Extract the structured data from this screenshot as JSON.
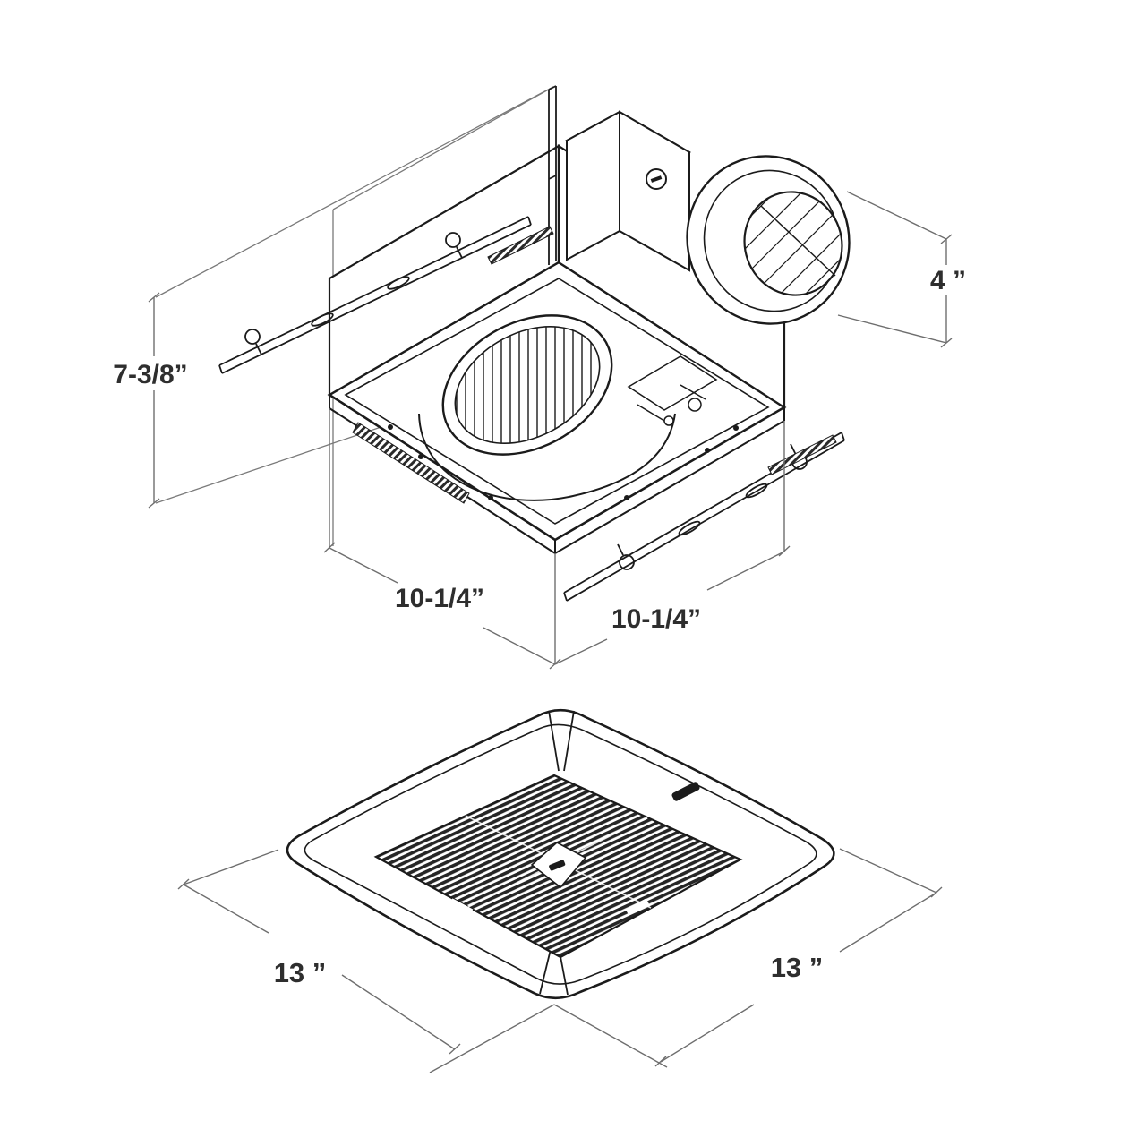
{
  "drawing": {
    "title": "exhaust-fan-dimensional-drawing",
    "views": {
      "isometric_housing": {
        "dim_height": "7-3/8”",
        "dim_duct": "4 ”",
        "dim_depth": "10-1/4”",
        "dim_width": "10-1/4”"
      },
      "grille_bottom": {
        "dim_left": "13 ”",
        "dim_right": "13 ”"
      }
    },
    "colors": {
      "line": "#1b1b1b",
      "dim_line": "#6e6e6e",
      "label": "#2e2e2e",
      "background": "#ffffff",
      "grille_fill": "#2c2c2c"
    }
  }
}
